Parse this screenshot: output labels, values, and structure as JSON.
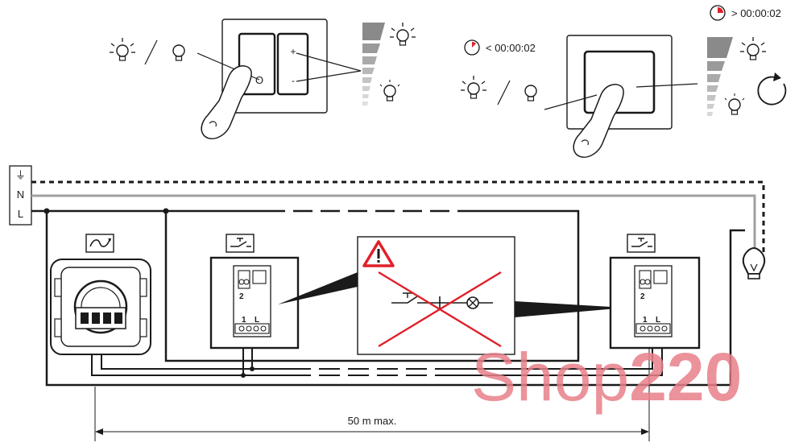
{
  "terminal": {
    "earth": "⏚",
    "neutral": "N",
    "live": "L"
  },
  "dimmer": {
    "key_off": "O",
    "key_plus": "+",
    "key_minus": "-"
  },
  "push_button": {
    "short_press_time": "< 00:00:02",
    "long_press_time": "> 00:00:02"
  },
  "module_labels": {
    "left": {
      "term2": "2",
      "term1": "1",
      "termL": "L"
    },
    "right": {
      "term2": "2",
      "term1": "1",
      "termL": "L"
    }
  },
  "distance_label": "50 m max.",
  "watermark": {
    "prefix": "Shop",
    "suffix": "220"
  },
  "colors": {
    "line_dark": "#1a1a1a",
    "line_grey": "#a0a0a0",
    "warning_red": "#e0202a",
    "timer_red": "#e0202a",
    "watermark": "#e8808a"
  }
}
